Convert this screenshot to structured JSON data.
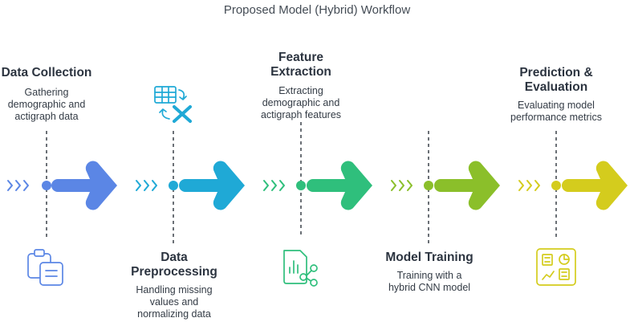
{
  "title": "Proposed Model (Hybrid) Workflow",
  "colors": {
    "blue": "#5b86e5",
    "cyan": "#1fa9d6",
    "green": "#2fbf7c",
    "lime": "#8bbf2a",
    "yellow": "#d4cc1d",
    "dashed_line": "#3a4048"
  },
  "steps": [
    {
      "title_l1": "Data Collection",
      "title_l2": "",
      "desc_l1": "Gathering",
      "desc_l2": "demographic and",
      "desc_l3": "actigraph data",
      "icon": "clipboard-icon"
    },
    {
      "title_l1": "Data",
      "title_l2": "Preprocessing",
      "desc_l1": "Handling missing",
      "desc_l2": "values and",
      "desc_l3": "normalizing data",
      "icon": "table-transform-icon"
    },
    {
      "title_l1": "Feature",
      "title_l2": "Extraction",
      "desc_l1": "Extracting",
      "desc_l2": "demographic and",
      "desc_l3": "actigraph features",
      "icon": "feature-document-icon"
    },
    {
      "title_l1": "Model Training",
      "title_l2": "",
      "desc_l1": "Training with a",
      "desc_l2": "hybrid CNN model",
      "desc_l3": "",
      "icon": "network-icon"
    },
    {
      "title_l1": "Prediction &",
      "title_l2": "Evaluation",
      "desc_l1": "Evaluating model",
      "desc_l2": "performance metrics",
      "desc_l3": "",
      "icon": "dashboard-icon"
    }
  ]
}
